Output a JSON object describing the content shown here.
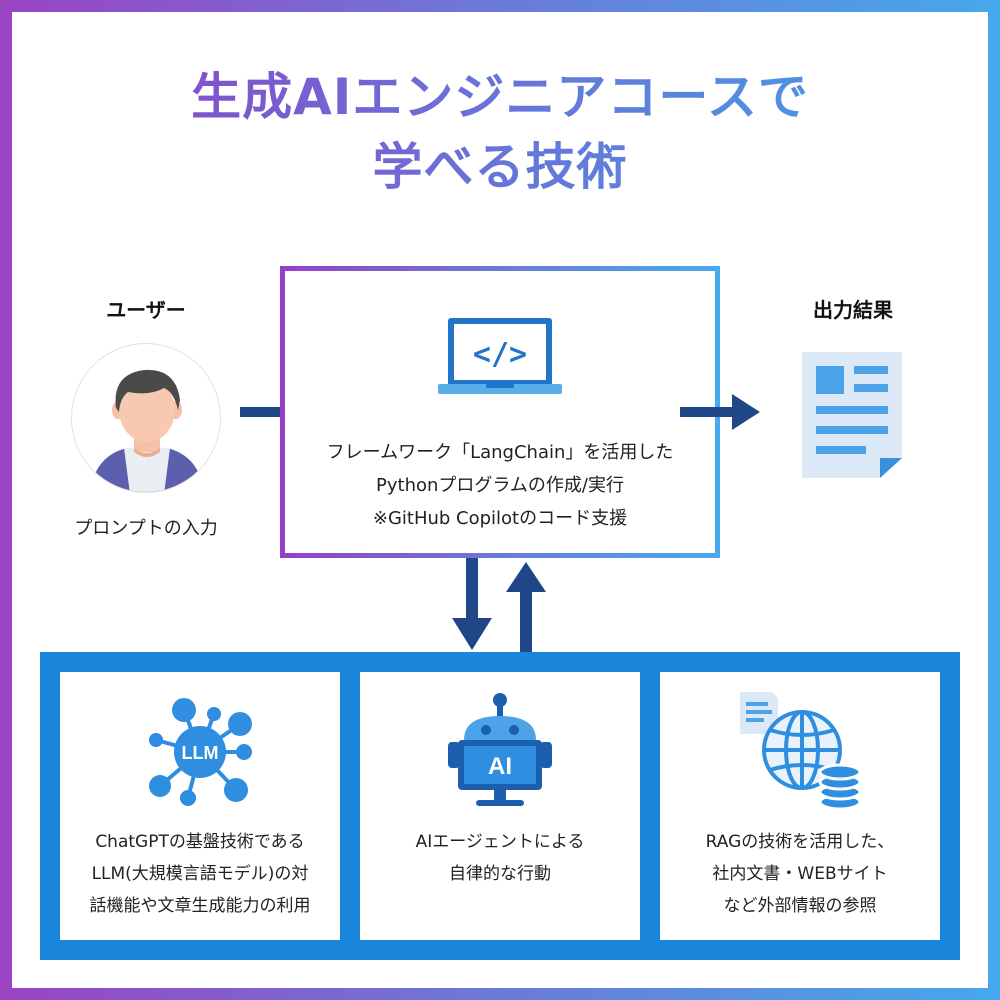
{
  "title": {
    "line1": "生成AIエンジニアコースで",
    "line2": "学べる技術"
  },
  "user": {
    "label": "ユーザー",
    "caption": "プロンプトの入力"
  },
  "output": {
    "label": "出力結果"
  },
  "center": {
    "code_icon_text": "</>",
    "lines": [
      "フレームワーク「LangChain」を活用した",
      "Pythonプログラムの作成/実行",
      "※GitHub Copilotのコード支援"
    ]
  },
  "cards": [
    {
      "icon_text": "LLM",
      "icon": "llm-network-icon",
      "lines": [
        "ChatGPTの基盤技術である",
        "LLM(大規模言語モデル)の対",
        "話機能や文章生成能力の利用"
      ]
    },
    {
      "icon_text": "AI",
      "icon": "robot-monitor-icon",
      "lines": [
        "AIエージェントによる",
        "自律的な行動"
      ]
    },
    {
      "icon": "globe-database-icon",
      "lines": [
        "RAGの技術を活用した、",
        "社内文書・WEBサイト",
        "など外部情報の参照"
      ]
    }
  ],
  "colors": {
    "gradient_start": "#9a44c4",
    "gradient_end": "#46a8ec",
    "arrow": "#1f4788",
    "panel": "#1a87dc",
    "icon_blue": "#2f8ee0",
    "icon_dark": "#1c5fae"
  }
}
